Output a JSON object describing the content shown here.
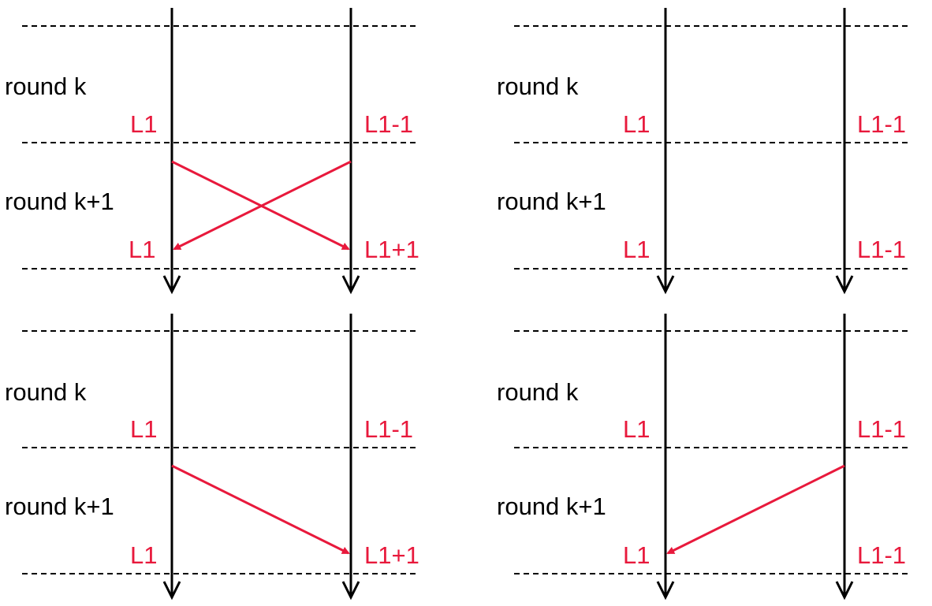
{
  "colors": {
    "line": "#000000",
    "accent": "#e8193c"
  },
  "panels": [
    {
      "round_a": "round k",
      "round_b": "round k+1",
      "values": {
        "left_k": "L1",
        "right_k": "L1-1",
        "left_k1": "L1",
        "right_k1": "L1+1"
      },
      "messages": [
        "left-to-right",
        "right-to-left"
      ]
    },
    {
      "round_a": "round k",
      "round_b": "round k+1",
      "values": {
        "left_k": "L1",
        "right_k": "L1-1",
        "left_k1": "L1",
        "right_k1": "L1-1"
      },
      "messages": []
    },
    {
      "round_a": "round k",
      "round_b": "round k+1",
      "values": {
        "left_k": "L1",
        "right_k": "L1-1",
        "left_k1": "L1",
        "right_k1": "L1+1"
      },
      "messages": [
        "left-to-right"
      ]
    },
    {
      "round_a": "round k",
      "round_b": "round k+1",
      "values": {
        "left_k": "L1",
        "right_k": "L1-1",
        "left_k1": "L1",
        "right_k1": "L1-1"
      },
      "messages": [
        "right-to-left"
      ]
    }
  ]
}
